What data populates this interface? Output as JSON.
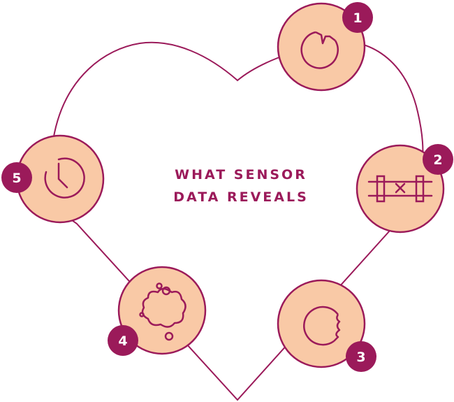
{
  "title": {
    "line1": "WHAT SENSOR",
    "line2": "DATA REVEALS"
  },
  "colors": {
    "primary": "#9b1a5a",
    "circle_fill": "#f9c9a6",
    "background": "#ffffff"
  },
  "nodes": [
    {
      "number": "1",
      "icon": "broken-ring-icon"
    },
    {
      "number": "2",
      "icon": "blocked-pipe-icon"
    },
    {
      "number": "3",
      "icon": "corroded-pipe-icon"
    },
    {
      "number": "4",
      "icon": "bubbles-icon"
    },
    {
      "number": "5",
      "icon": "clock-icon"
    }
  ]
}
